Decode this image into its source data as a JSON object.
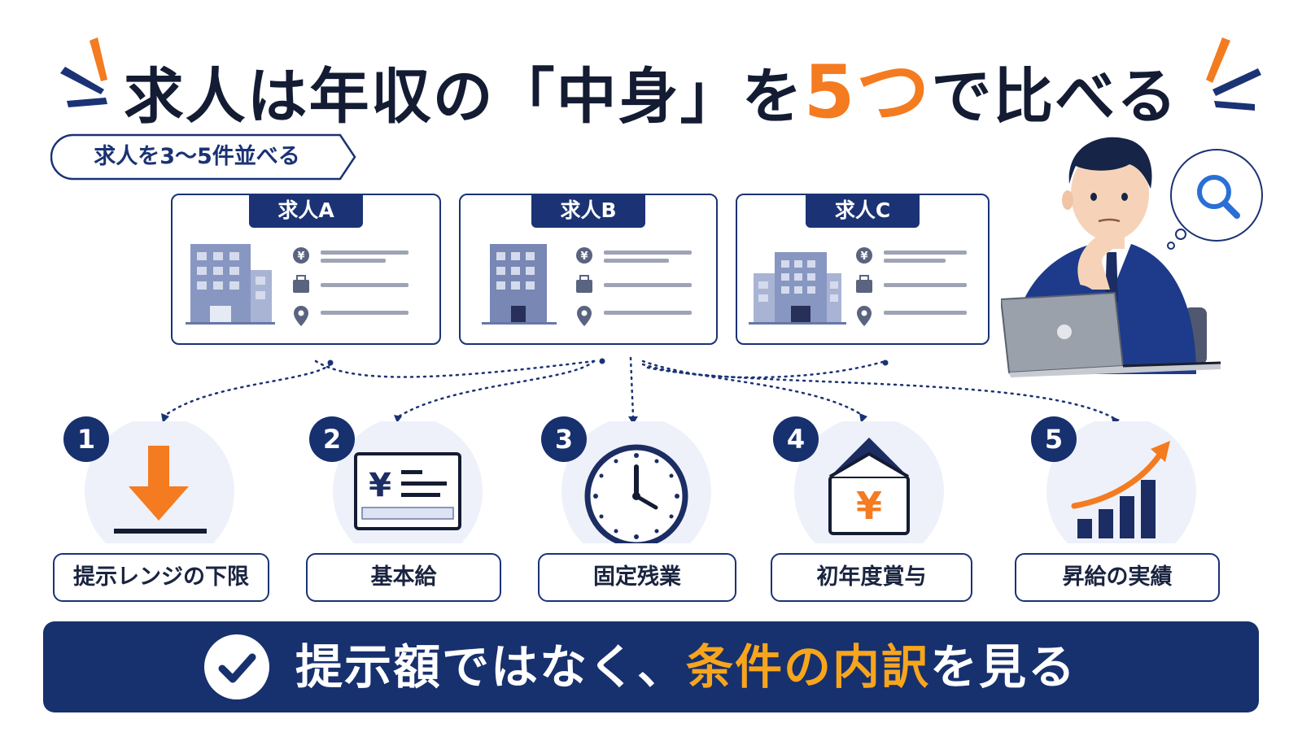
{
  "title": {
    "part1": "求人は年収の「中身」を",
    "highlight": "5つ",
    "part2": "で比べる"
  },
  "tag": {
    "label": "求人を3〜5件並べる"
  },
  "jobs": [
    {
      "label": "求人A"
    },
    {
      "label": "求人B"
    },
    {
      "label": "求人C"
    }
  ],
  "factors": [
    {
      "number": "1",
      "label": "提示レンジの下限",
      "icon": "arrow-down-icon"
    },
    {
      "number": "2",
      "label": "基本給",
      "icon": "yen-slip-icon"
    },
    {
      "number": "3",
      "label": "固定残業",
      "icon": "clock-icon"
    },
    {
      "number": "4",
      "label": "初年度賞与",
      "icon": "envelope-yen-icon"
    },
    {
      "number": "5",
      "label": "昇給の実績",
      "icon": "growth-chart-icon"
    }
  ],
  "card_icons": [
    "yen-icon",
    "briefcase-icon",
    "location-pin-icon"
  ],
  "banner": {
    "text1": "提示額ではなく、",
    "highlight": "条件の内訳",
    "text2": "を見る"
  },
  "colors": {
    "navy": "#17306e",
    "orange": "#f47b20",
    "yellow_highlight": "#f7a51c",
    "pale_blue": "#eef1f9"
  }
}
